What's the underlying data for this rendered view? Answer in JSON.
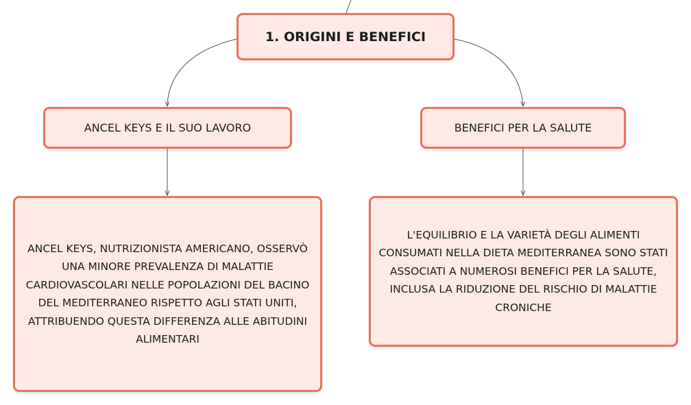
{
  "mindmap": {
    "root": {
      "label": "1. ORIGINI E BENEFICI"
    },
    "branches": [
      {
        "label": "ANCEL KEYS E IL SUO LAVORO",
        "detail": "ANCEL KEYS, NUTRIZIONISTA AMERICANO, OSSERVÒ UNA MINORE PREVALENZA DI MALATTIE CARDIOVASCOLARI NELLE POPOLAZIONI DEL BACINO DEL MEDITERRANEO RISPETTO AGLI STATI UNITI, ATTRIBUENDO QUESTA DIFFERENZA ALLE ABITUDINI ALIMENTARI"
      },
      {
        "label": "BENEFICI PER LA SALUTE",
        "detail": "L'EQUILIBRIO E LA VARIETÀ DEGLI ALIMENTI CONSUMATI NELLA DIETA MEDITERRANEA SONO STATI ASSOCIATI A NUMEROSI BENEFICI PER LA SALUTE, INCLUSA LA RIDUZIONE DEL RISCHIO DI MALATTIE CRONICHE"
      }
    ]
  },
  "colors": {
    "node_border": "#e8735d",
    "node_fill": "#fdeae6",
    "connector": "#555555"
  }
}
